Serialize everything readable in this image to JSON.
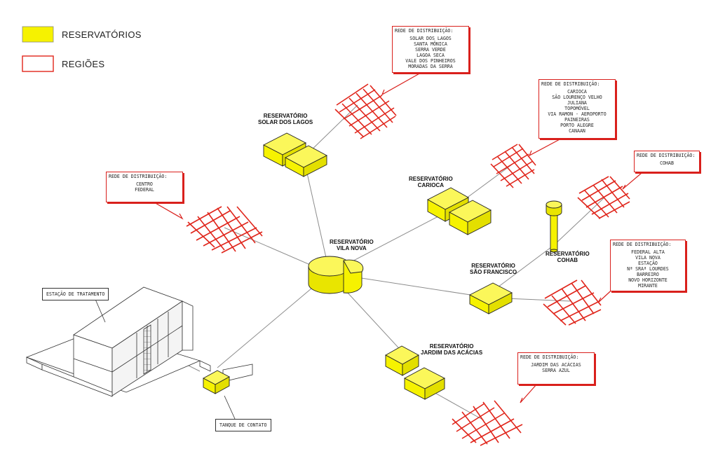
{
  "legend": {
    "reservoirs": "RESERVATÓRIOS",
    "regions": "REGIÕES"
  },
  "colors": {
    "reservoir_fill": "#f6f200",
    "region_red": "#e0251b",
    "line_gray": "#8c8c8c"
  },
  "reservoirs": {
    "solar": [
      "RESERVATÓRIO",
      "SOLAR DOS LAGOS"
    ],
    "carioca": [
      "RESERVATÓRIO",
      "CARIOCA"
    ],
    "vila_nova": [
      "RESERVATÓRIO",
      "VILA NOVA"
    ],
    "cohab": [
      "RESERVATÓRIO",
      "COHAB"
    ],
    "sao_francisco": [
      "RESERVATÓRIO",
      "SÃO FRANCISCO"
    ],
    "jardim": [
      "RESERVATÓRIO",
      "JARDIM DAS ACÁCIAS"
    ]
  },
  "networks": {
    "title": "REDE DE DISTRIBUIÇÃO:",
    "solar": [
      "SOLAR DOS LAGOS",
      "SANTA MÔNICA",
      "SERRA VERDE",
      "LAGOA SECA",
      "VALE DOS PINHEIROS",
      "MORADAS DA SERRA"
    ],
    "carioca": [
      "CARIOCA",
      "SÃO LOURENÇO VELHO",
      "JULIANA",
      "TOPOMÓVEL",
      "VIA RAMON - AEROPORTO",
      "PAINEIRAS",
      "PORTO ALEGRE",
      "CANAAN"
    ],
    "cohab": [
      "COHAB"
    ],
    "centro": [
      "CENTRO",
      "FEDERAL"
    ],
    "vila_nova": [
      "FEDERAL ALTA",
      "VILA NOVA",
      "ESTAÇÃO",
      "Nª SRAª LOURDES",
      "BARREIRO",
      "NOVO HORIZONTE",
      "MIRANTE"
    ],
    "jardim": [
      "JARDIM DAS ACÁCIAS",
      "SERRA AZUL"
    ]
  },
  "facilities": {
    "treatment": "ESTAÇÃO DE TRATAMENTO",
    "contact_tank": "TANQUE DE CONTATO"
  }
}
